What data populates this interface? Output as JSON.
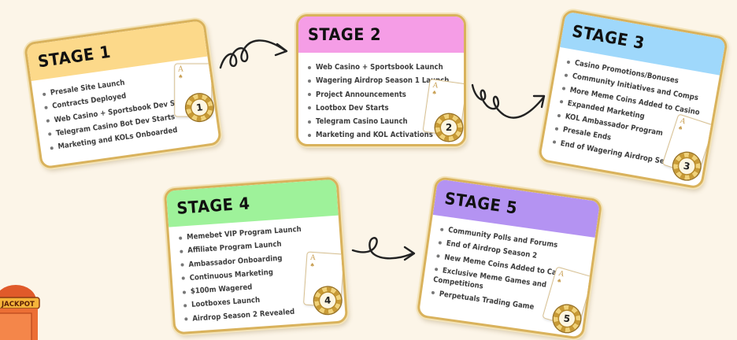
{
  "stages": [
    {
      "title": "STAGE 1",
      "number": "1",
      "color": "#fcd98a",
      "items": [
        "Presale Site Launch",
        "Contracts Deployed",
        "Web Casino + Sportsbook Dev Starts",
        "Telegram Casino Bot Dev Starts",
        "Marketing and KOLs Onboarded"
      ]
    },
    {
      "title": "STAGE 2",
      "number": "2",
      "color": "#f59de6",
      "items": [
        "Web Casino + Sportsbook Launch",
        "Wagering Airdrop Season 1 Launch",
        "Project Announcements",
        "Lootbox Dev Starts",
        "Telegram Casino Launch",
        "Marketing and KOL Activations"
      ]
    },
    {
      "title": "STAGE 3",
      "number": "3",
      "color": "#9fd8fb",
      "items": [
        "Casino Promotions/Bonuses",
        "Community Initiatives and Comps",
        "More Meme Coins Added to Casino",
        "Expanded Marketing",
        "KOL Ambassador Program",
        "Presale Ends",
        "End of Wagering Airdrop Season 1"
      ]
    },
    {
      "title": "STAGE 4",
      "number": "4",
      "color": "#9ef29a",
      "items": [
        "Memebet VIP Program Launch",
        "Affiliate Program Launch",
        "Ambassador Onboarding",
        "Continuous Marketing",
        "$100m Wagered",
        "Lootboxes Launch",
        "Airdrop Season 2 Revealed"
      ]
    },
    {
      "title": "STAGE 5",
      "number": "5",
      "color": "#b493f2",
      "items": [
        "Community Polls and Forums",
        "End of Airdrop Season 2",
        "New Meme Coins Added to Casino",
        "Exclusive Meme Games and Competitions",
        "Perpetuals Trading Game"
      ]
    }
  ],
  "card_letter": "A",
  "card_suit": "♠",
  "jackpot_label": "JACKPOT"
}
